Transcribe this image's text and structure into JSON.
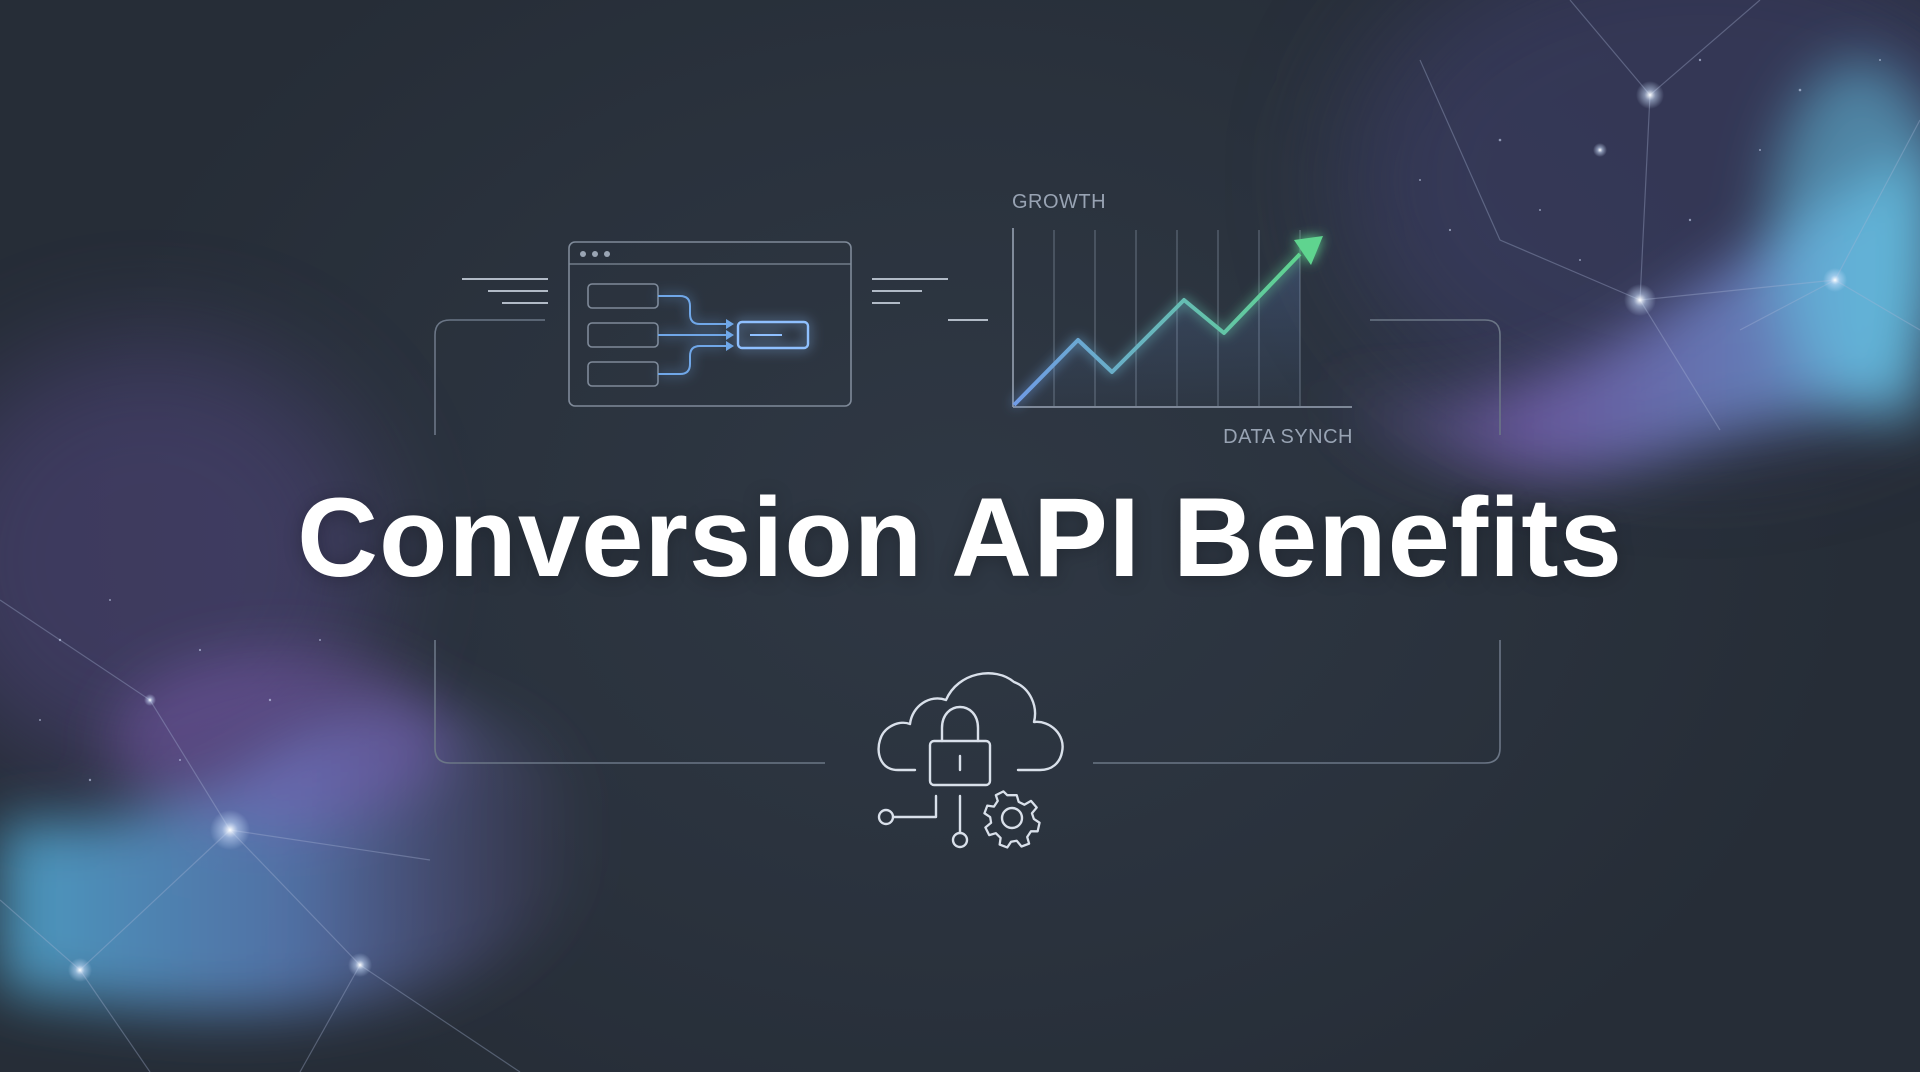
{
  "headline": "Conversion API Benefits",
  "chart_labels": {
    "growth": "GROWTH",
    "data_synch": "DATA SYNCH"
  },
  "icons": {
    "workflow": "browser-window-workflow-icon",
    "growth_chart": "growth-line-chart-icon",
    "security": "cloud-lock-gear-icon"
  },
  "colors": {
    "background": "#2a323d",
    "headline": "#ffffff",
    "outline": "#8d97a6",
    "accent_blue": "#6fa7e8",
    "accent_green": "#5fd48f",
    "nebula_purple": "#8a6fbf",
    "nebula_teal": "#5fb3d3"
  }
}
